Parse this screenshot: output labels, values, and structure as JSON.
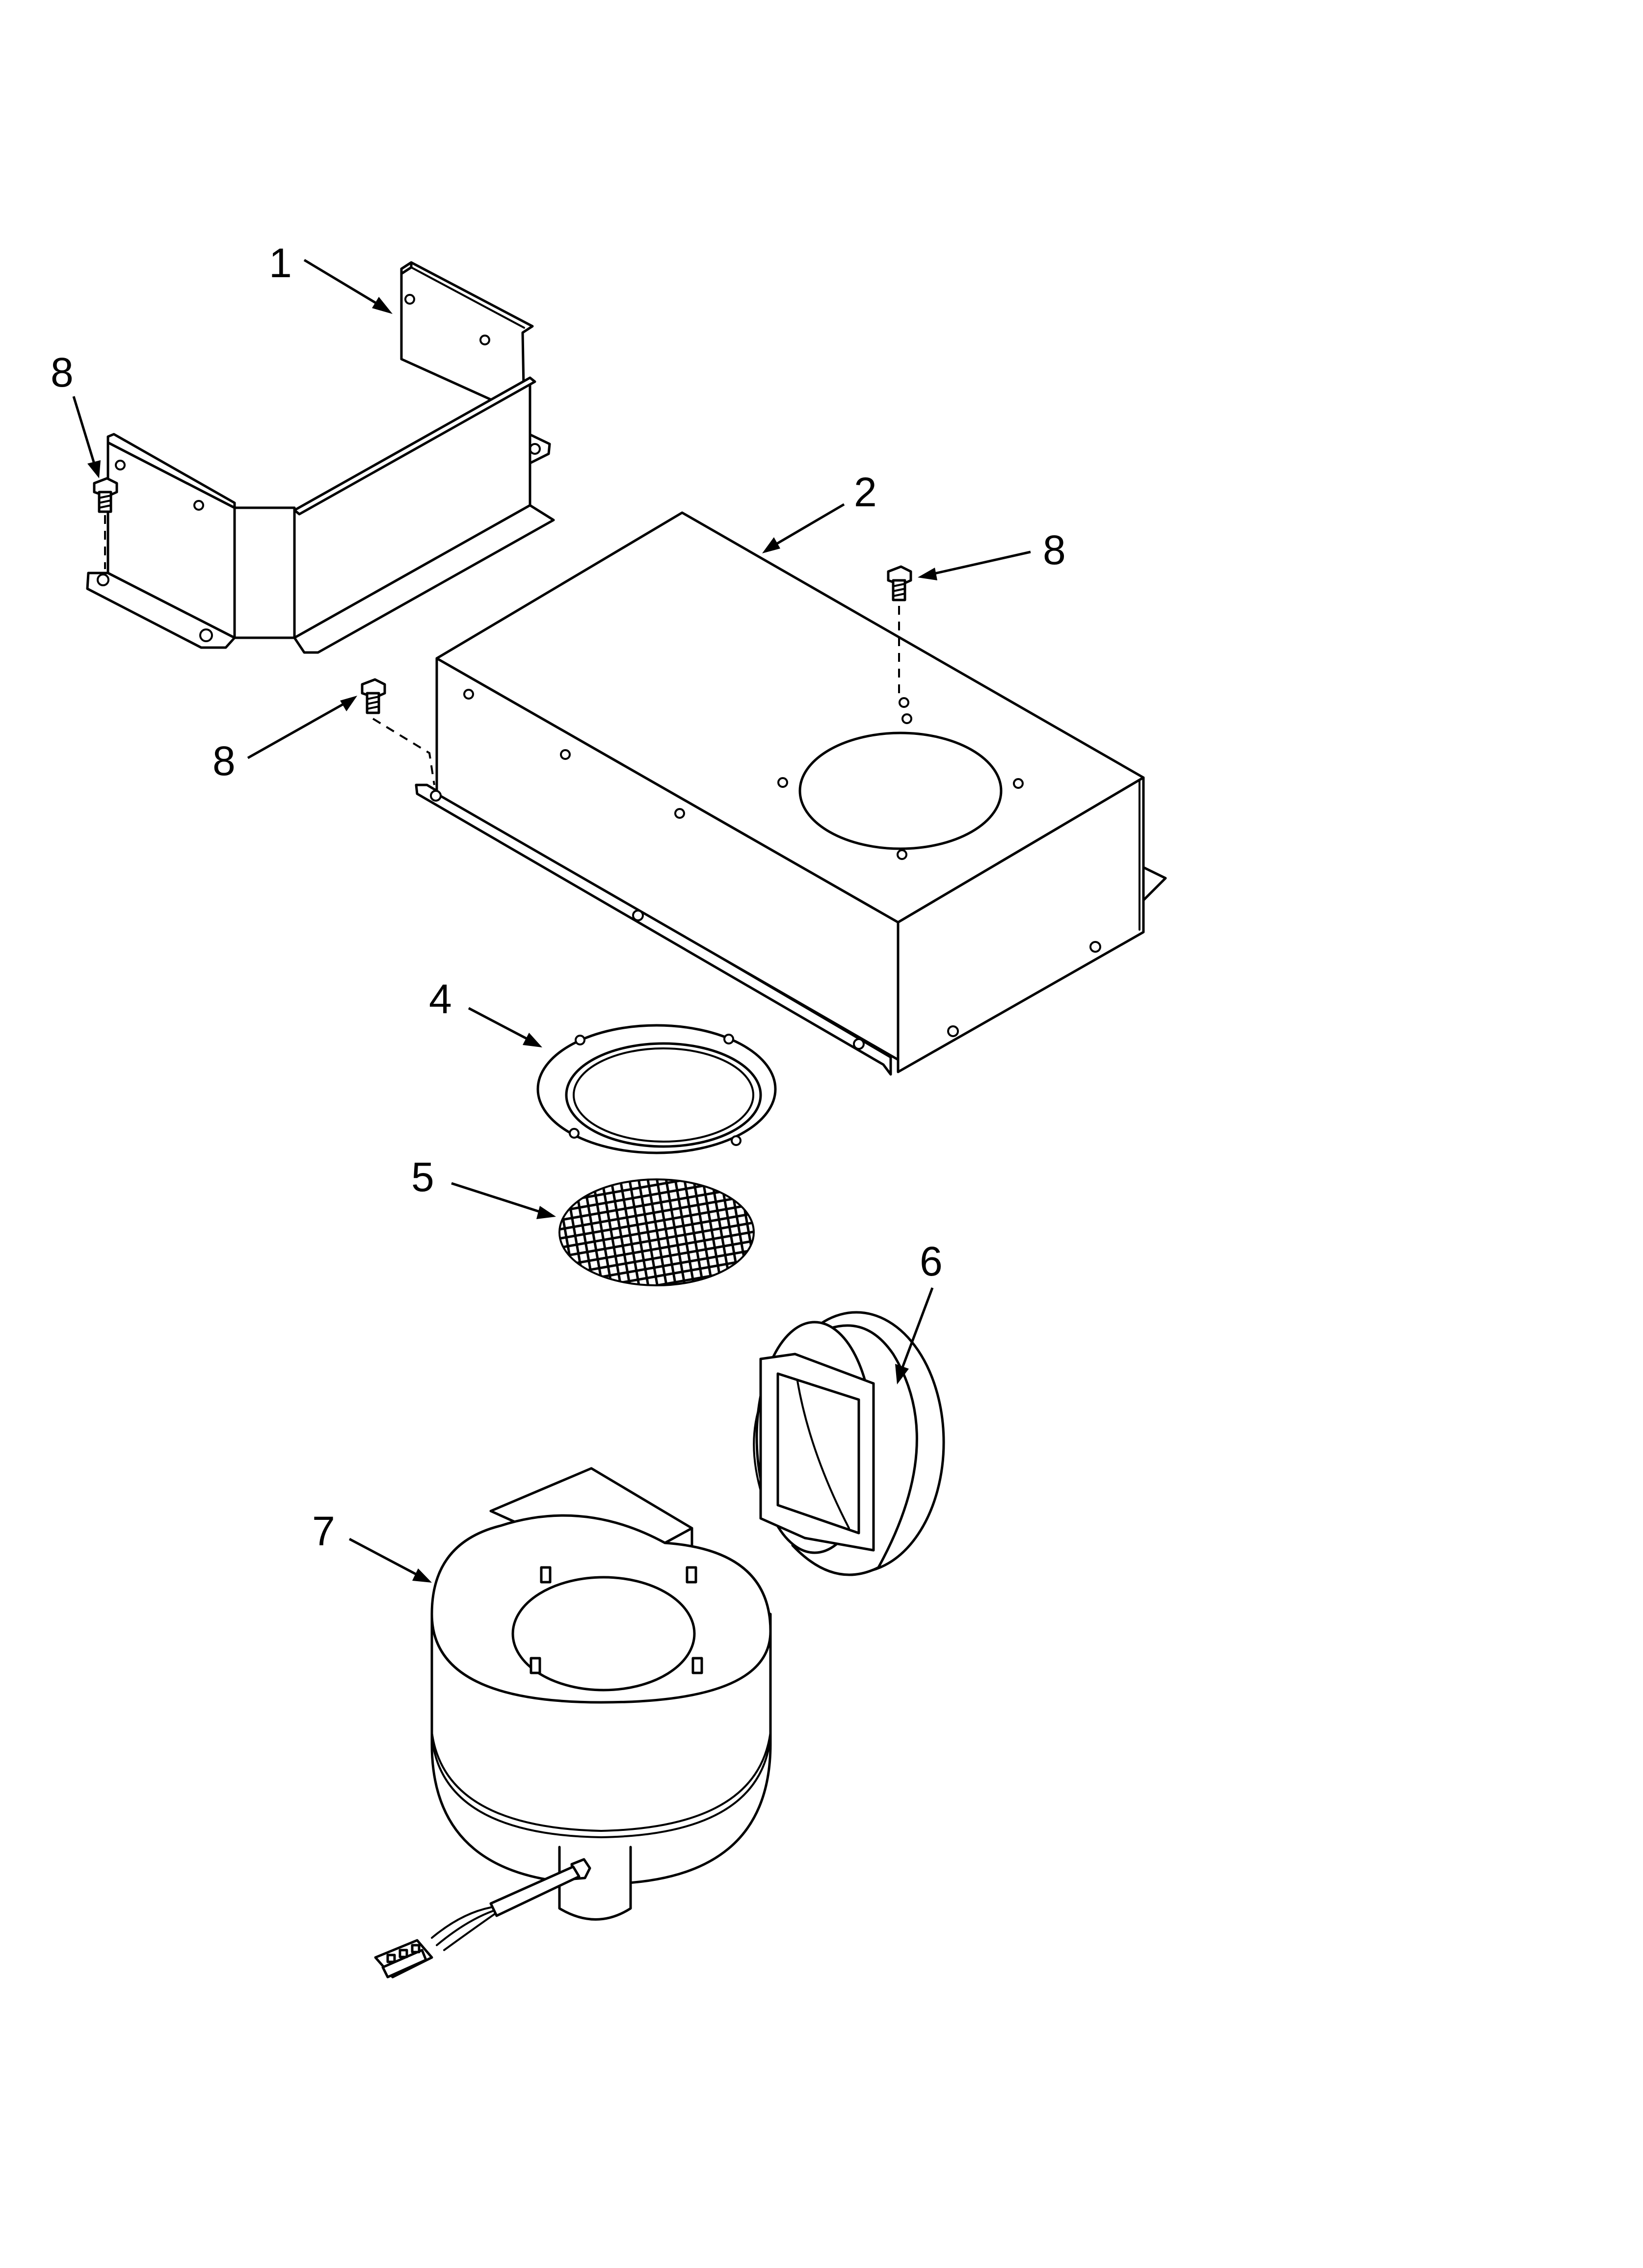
{
  "callouts": {
    "c1": "1",
    "c2": "2",
    "c4": "4",
    "c5": "5",
    "c6": "6",
    "c7": "7",
    "c8a": "8",
    "c8b": "8",
    "c8c": "8"
  }
}
